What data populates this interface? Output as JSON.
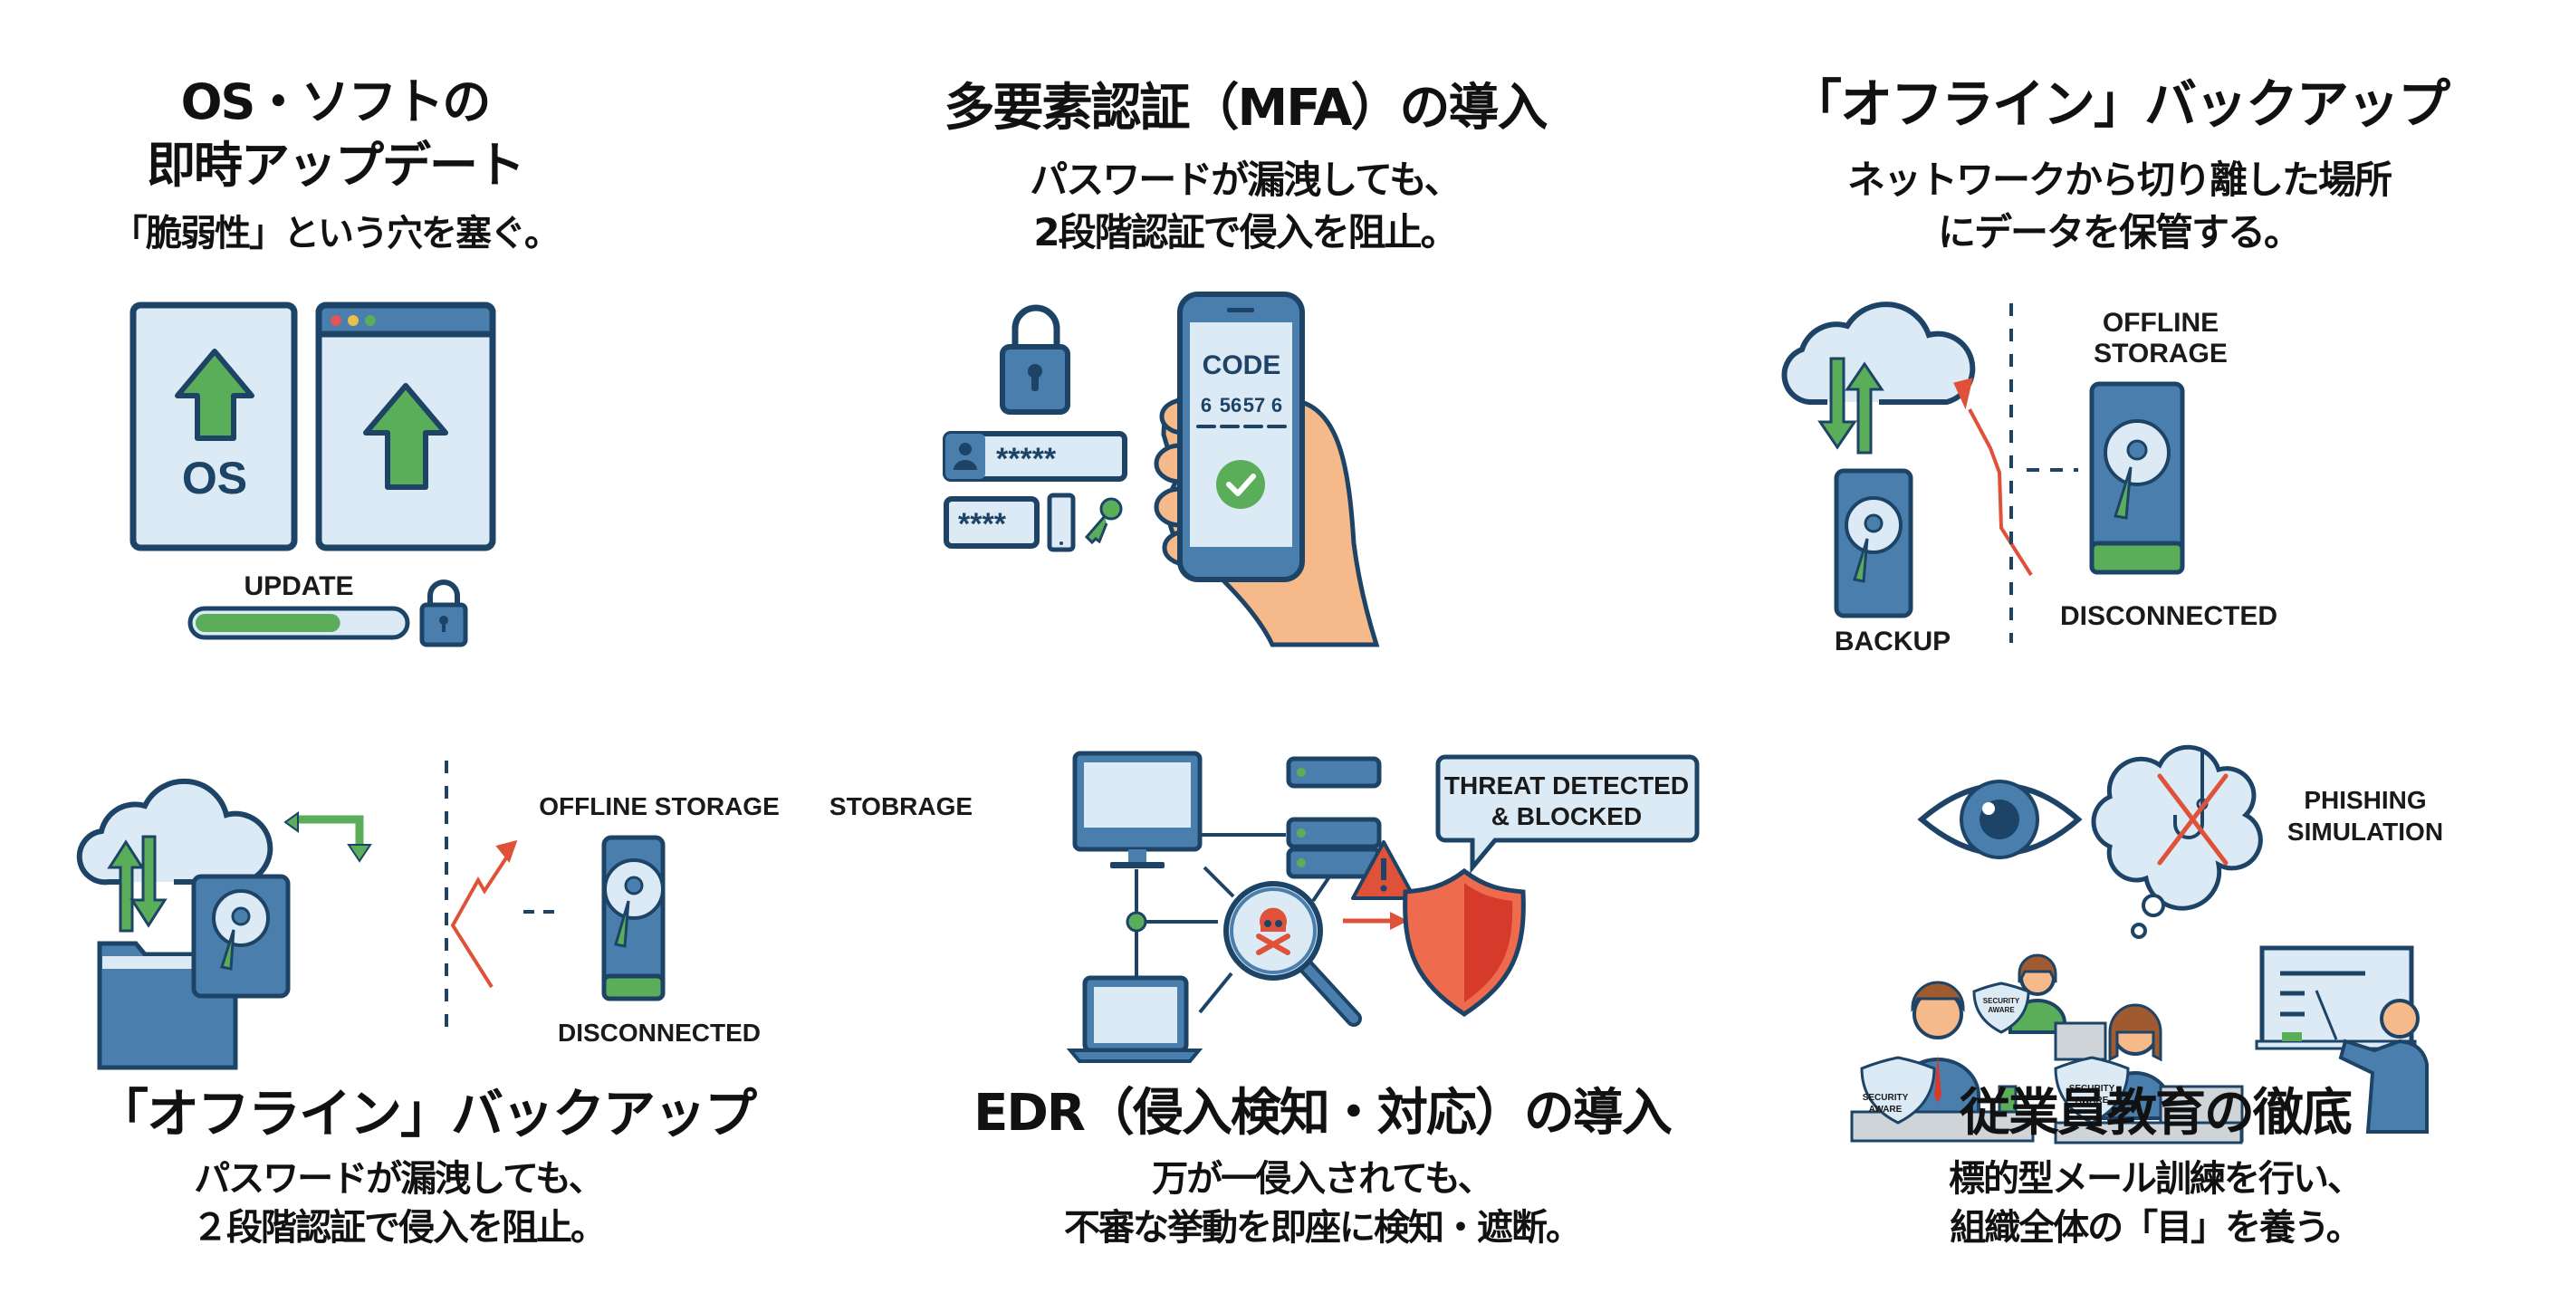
{
  "colors": {
    "navy": "#1d4466",
    "blue": "#4a7fad",
    "light_blue": "#dbeaf5",
    "green": "#5aae5a",
    "red": "#e0513a",
    "skin": "#f5b98a",
    "text": "#111111"
  },
  "panels": [
    {
      "id": "os-update",
      "title_lines": [
        "OS・ソフトの",
        "即時アップデート"
      ],
      "subtitle_lines": [
        "「脆弱性」という穴を塞ぐ。"
      ],
      "illustration": {
        "os_label": "OS",
        "update_label": "UPDATE",
        "progress": 0.7,
        "window_dots": [
          "#e05555",
          "#e8c04a",
          "#5aae5a"
        ],
        "icons": [
          "os-window-icon",
          "up-arrow-icon",
          "browser-window-icon",
          "progress-bar",
          "padlock-icon"
        ]
      }
    },
    {
      "id": "mfa",
      "title_lines": [
        "多要素認証（MFA）の導入"
      ],
      "subtitle_lines": [
        "パスワードが漏洩しても、",
        "2段階認証で侵入を阻止。"
      ],
      "illustration": {
        "password_field_1": "*****",
        "password_field_2": "****",
        "code_label": "CODE",
        "code_digits": [
          "6",
          "56",
          "57",
          "6"
        ],
        "icons": [
          "padlock-icon",
          "user-icon",
          "phone-icon",
          "key-icon",
          "smartphone-icon",
          "checkmark-icon",
          "hand-icon"
        ]
      }
    },
    {
      "id": "offline-backup-1",
      "title_lines": [
        "「オフライン」バックアップ"
      ],
      "subtitle_lines": [
        "ネットワークから切り離した場所",
        "にデータを保管する。"
      ],
      "illustration": {
        "offline_storage_lines": [
          "OFFLINE",
          "STORAGE"
        ],
        "disconnected_label": "DISCONNECTED",
        "backup_label": "BACKUP",
        "icons": [
          "cloud-icon",
          "sync-arrows-icon",
          "hard-drive-icon",
          "attack-arrow-icon",
          "air-gap-divider",
          "offline-drive-icon"
        ]
      }
    },
    {
      "id": "offline-backup-2",
      "title_lines": [
        "「オフライン」バックアップ"
      ],
      "subtitle_lines": [
        "パスワードが漏洩しても、",
        "２段階認証で侵入を阻止。"
      ],
      "illustration": {
        "offline_storage_label": "OFFLINE STORAGE",
        "stray_label": "STOBRAGE",
        "disconnected_label": "DISCONNECTED",
        "icons": [
          "cloud-icon",
          "sync-arrows-icon",
          "folder-icon",
          "hard-drive-icon",
          "attack-arrow-icon",
          "air-gap-divider",
          "offline-drive-icon"
        ]
      }
    },
    {
      "id": "edr",
      "title_lines": [
        "EDR（侵入検知・対応）の導入"
      ],
      "subtitle_lines": [
        "万が一侵入されても、",
        "不審な挙動を即座に検知・遮断。"
      ],
      "illustration": {
        "bubble_lines": [
          "THREAT DETECTED",
          "& BLOCKED"
        ],
        "icons": [
          "monitor-icon",
          "server-icon",
          "warning-icon",
          "laptop-icon",
          "magnifier-skull-icon",
          "shield-icon",
          "arrow-icon"
        ]
      }
    },
    {
      "id": "training",
      "title_lines": [
        "従業員教育の徹底"
      ],
      "subtitle_lines": [
        "標的型メール訓練を行い、",
        "組織全体の「目」を養う。"
      ],
      "illustration": {
        "phishing_lines": [
          "PHISHING",
          "SIMULATION"
        ],
        "badge_lines": [
          "SECURITY",
          "AWARE"
        ],
        "icons": [
          "eye-icon",
          "thought-bubble-icon",
          "crossed-hook-icon",
          "employee-icon",
          "whiteboard-icon",
          "presenter-icon"
        ]
      }
    }
  ]
}
